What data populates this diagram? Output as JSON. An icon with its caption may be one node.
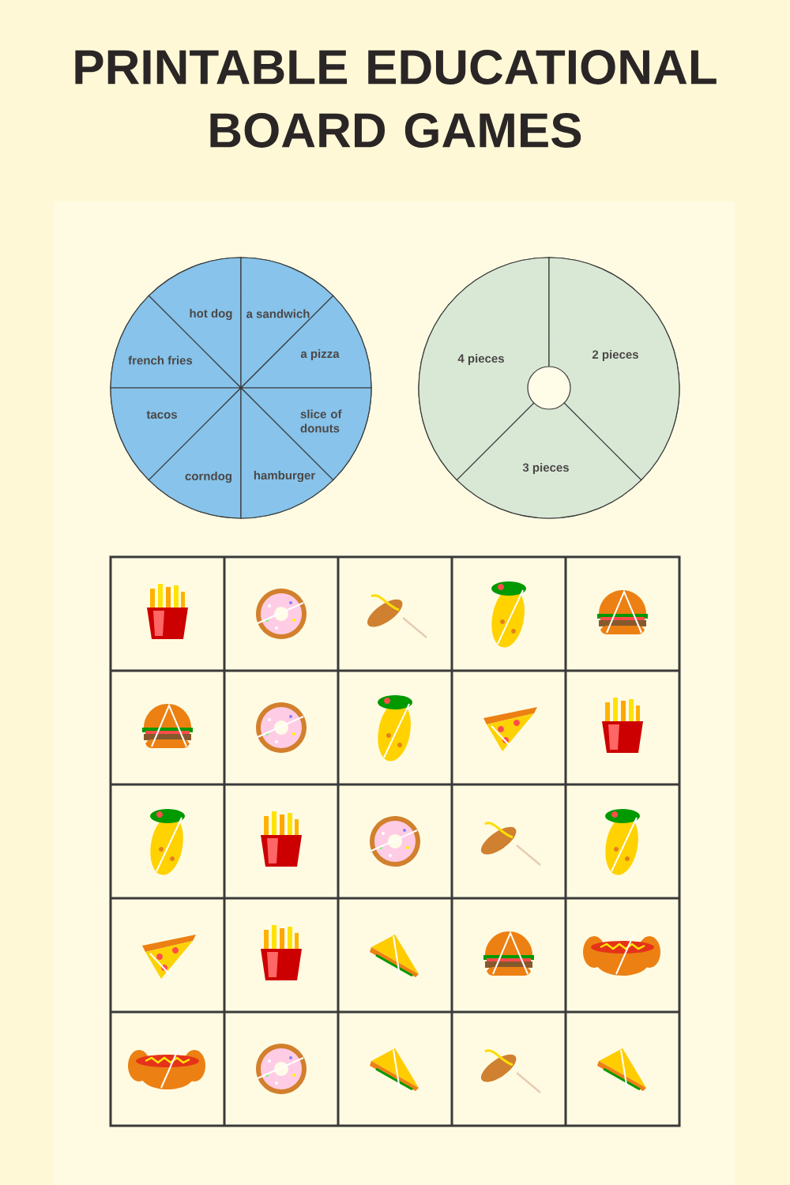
{
  "diagram": {
    "title": "PRINTABLE EDUCATIONAL BOARD GAMES",
    "nodes": [
      {
        "text": [],
        "shape": "circle"
      },
      {
        "text": [
          "hot dog"
        ],
        "in": 0
      },
      {
        "text": [
          "a sandwich"
        ],
        "in": 0
      },
      {
        "text": [
          "french fries"
        ],
        "in": 0
      },
      {
        "text": [
          "a pizza"
        ],
        "in": 0
      },
      {
        "text": [
          "tacos"
        ],
        "in": 0
      },
      {
        "text": [
          "slice of donuts"
        ],
        "in": 0
      },
      {
        "text": [
          "corndog"
        ],
        "in": 0
      },
      {
        "text": [
          "hamburger"
        ],
        "in": 0
      },
      {
        "text": [],
        "shape": "circle"
      },
      {
        "text": [
          "4 pieces"
        ],
        "in": 9
      },
      {
        "text": [
          "2 pieces"
        ],
        "in": 9
      },
      {
        "text": [
          "3 pieces"
        ],
        "in": 9
      }
    ]
  }
}
